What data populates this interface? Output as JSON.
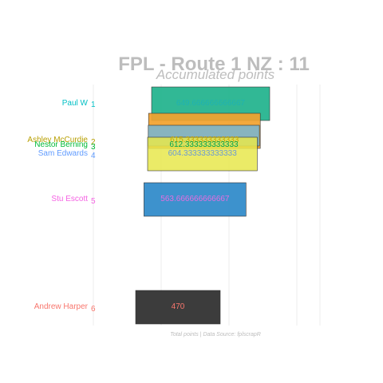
{
  "chart_data": {
    "type": "bar",
    "orientation": "horizontal",
    "title": "FPL - Route 1 NZ : 11",
    "subtitle": "Accumulated points",
    "caption": "Total points | Data Source: fplscrapR",
    "grid": true,
    "legend": "none",
    "series": [
      {
        "name": "Paul W",
        "rank": "1",
        "value": 649.666666666667,
        "label": "649.666666666667",
        "fill": "#1fb28c",
        "text_color": "#1fb2b2",
        "name_color": "#00bfc4"
      },
      {
        "name": "Ashley McCurdie",
        "rank": "2",
        "value": 615.333333333333,
        "label": "615.333333333333",
        "fill": "#f2a22e",
        "text_color": "#c9a600",
        "name_color": "#b79f00"
      },
      {
        "name": "Nestor Berning",
        "rank": "3",
        "value": 612.333333333333,
        "label": "612.333333333333",
        "fill": "#7fb5c9",
        "text_color": "#00a651",
        "name_color": "#00ba38"
      },
      {
        "name": "Sam Edwards",
        "rank": "4",
        "value": 604.333333333333,
        "label": "604.333333333333",
        "fill": "#e8e84c",
        "text_color": "#6c9bd2",
        "name_color": "#619cff"
      },
      {
        "name": "Stu Escott",
        "rank": "5",
        "value": 563.666666666667,
        "label": "563.666666666667",
        "fill": "#2c89c9",
        "text_color": "#e56ee0",
        "name_color": "#f564e3"
      },
      {
        "name": "Andrew Harper",
        "rank": "6",
        "value": 470,
        "label": "470",
        "fill": "#2b2b2b",
        "text_color": "#f8766d",
        "name_color": "#f8766d"
      }
    ]
  }
}
